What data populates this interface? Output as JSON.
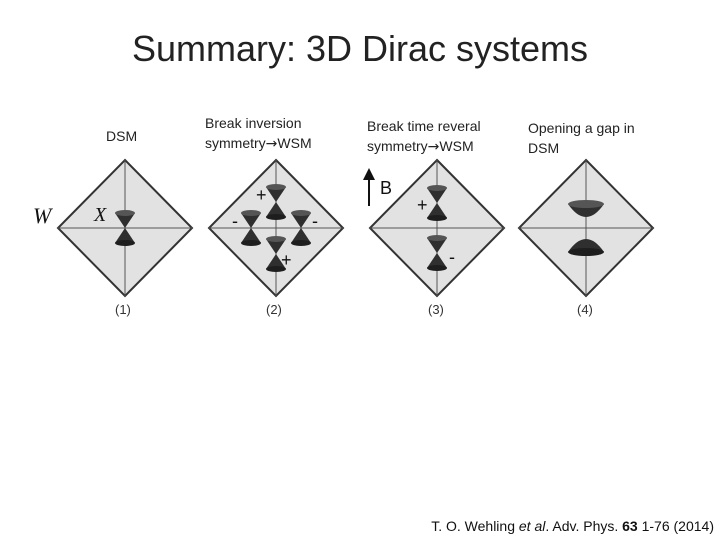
{
  "slide": {
    "title": "Summary: 3D Dirac systems"
  },
  "captions": {
    "panel1": "DSM",
    "panel2_line1": "Break inversion",
    "panel2_line2": "symmetry",
    "panel2_line2_after": "WSM",
    "panel3_line1": "Break time reveral",
    "panel3_line2": "symmetry",
    "panel3_line2_after": "WSM",
    "panel4_line1": "Opening a gap in",
    "panel4_line2": "DSM"
  },
  "figure": {
    "w_label": "W",
    "x_label": "X",
    "b_label": "B",
    "panel_numbers": [
      "(1)",
      "(2)",
      "(3)",
      "(4)"
    ],
    "signs": {
      "p2_top": "+",
      "p2_left": "-",
      "p2_right": "-",
      "p2_bottom": "+",
      "p3_top": "+",
      "p3_bottom": "-"
    },
    "colors": {
      "diamond_fill": "#e2e2e2",
      "cone": "#2f2f2f"
    }
  },
  "reference": {
    "authors": "T. O. Wehling ",
    "etal": "et al",
    "after_etal": ". Adv. Phys. ",
    "volume": "63",
    "pages": " 1-76 (2014)"
  }
}
